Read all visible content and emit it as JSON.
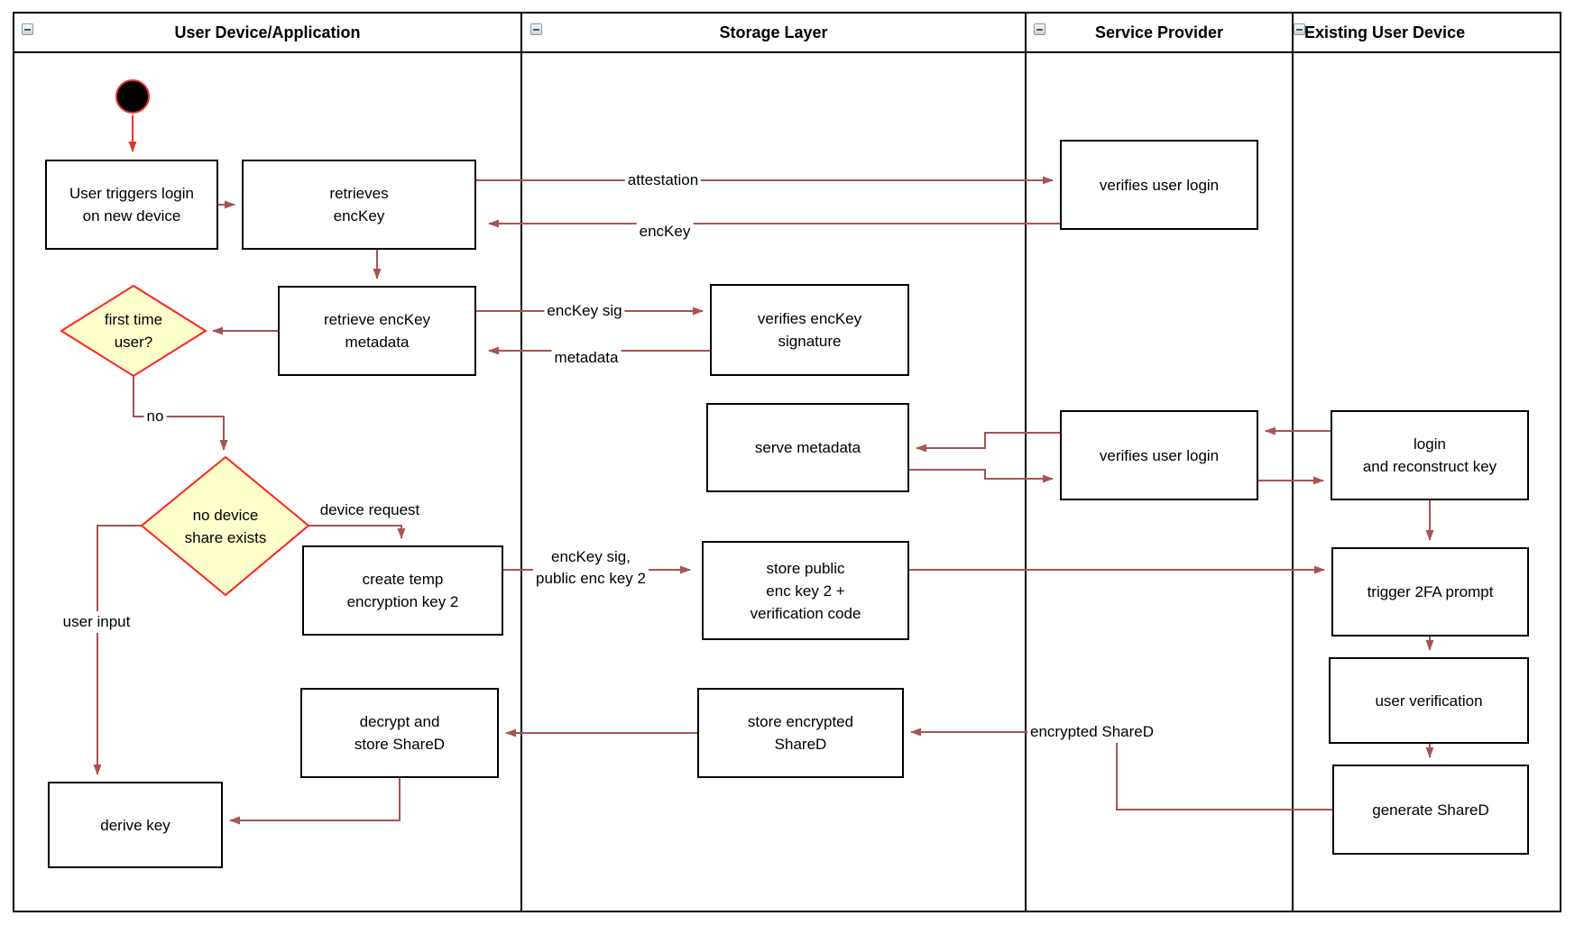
{
  "lanes": [
    {
      "title": "User Device/Application",
      "icon": "collapse-minus-icon"
    },
    {
      "title": "Storage Layer",
      "icon": "collapse-minus-icon"
    },
    {
      "title": "Service Provider",
      "icon": "collapse-minus-icon"
    },
    {
      "title": "Existing User Device",
      "icon": "collapse-minus-icon"
    }
  ],
  "nodes": {
    "start": {
      "type": "initial-node"
    },
    "user_triggers_login": {
      "label": "User triggers login\non new device"
    },
    "retrieves_enckey": {
      "label": "retrieves\nencKey"
    },
    "retrieve_enckey_metadata": {
      "label": "retrieve encKey\nmetadata"
    },
    "first_time_user": {
      "label": "first time\nuser?",
      "type": "decision"
    },
    "no_device_share": {
      "label": "no device\nshare exists",
      "type": "decision"
    },
    "create_temp_key": {
      "label": "create temp\nencryption key 2"
    },
    "decrypt_store_shared": {
      "label": "decrypt and\nstore ShareD"
    },
    "derive_key": {
      "label": "derive key"
    },
    "verifies_enckey_signature": {
      "label": "verifies encKey\nsignature"
    },
    "serve_metadata": {
      "label": "serve metadata"
    },
    "store_public_enc_key": {
      "label": "store public\nenc key 2 +\nverification code"
    },
    "store_encrypted_shared": {
      "label": "store encrypted\nShareD"
    },
    "verifies_user_login_top": {
      "label": "verifies user login"
    },
    "verifies_user_login_mid": {
      "label": "verifies user login"
    },
    "login_reconstruct_key": {
      "label": "login\nand reconstruct key"
    },
    "trigger_2fa_prompt": {
      "label": "trigger 2FA prompt"
    },
    "user_verification": {
      "label": "user verification"
    },
    "generate_shared": {
      "label": "generate ShareD"
    }
  },
  "edge_labels": {
    "attestation": "attestation",
    "enckey": "encKey",
    "enckey_sig": "encKey sig",
    "metadata": "metadata",
    "no": "no",
    "device_request": "device request",
    "user_input": "user input",
    "enckey_sig_public": "encKey sig,\npublic enc key 2",
    "encrypted_shared": "encrypted ShareD"
  },
  "colors": {
    "edge": "#A85451",
    "start_accent": "#E8342A",
    "start_fill": "#000000",
    "decision_fill": "#FFFFCC",
    "decision_border": "#FF2222",
    "node_border": "#000000",
    "lane_border": "#000000"
  }
}
